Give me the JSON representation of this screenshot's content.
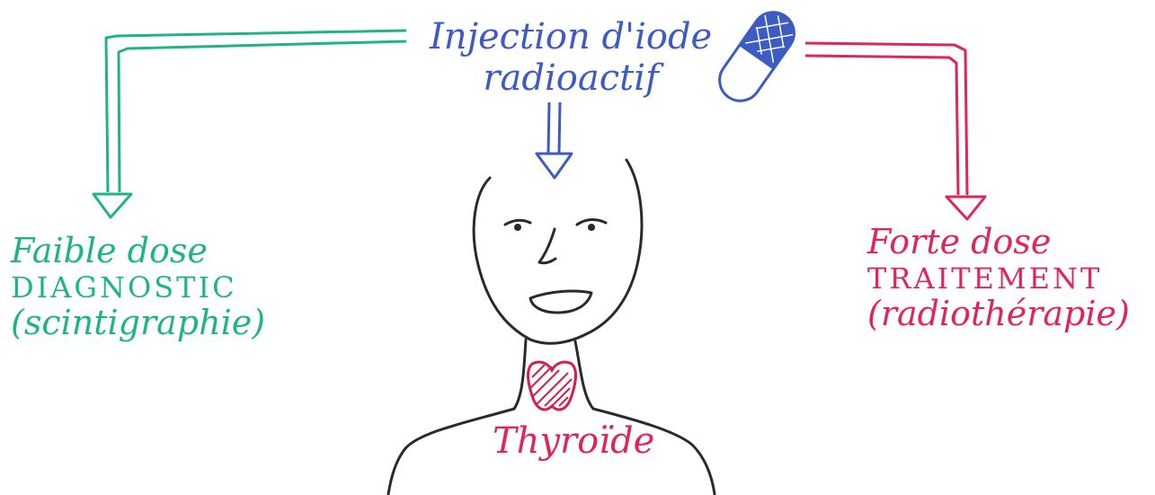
{
  "colors": {
    "blue": "#3d5bc4",
    "green": "#1fb38a",
    "red": "#e0245e",
    "ink": "#2a2a2a",
    "thyroid_fill": "#d42049"
  },
  "injection": {
    "line1": "Injection d'iode",
    "line2": "radioactif",
    "icon": "capsule-icon"
  },
  "low_dose": {
    "title": "Faible dose",
    "purpose": "DIAGNOSTIC",
    "method": "(scintigraphie)"
  },
  "high_dose": {
    "title": "Forte dose",
    "purpose": "TRAITEMENT",
    "method": "(radiothérapie)"
  },
  "thyroid": {
    "label": "Thyroïde"
  }
}
